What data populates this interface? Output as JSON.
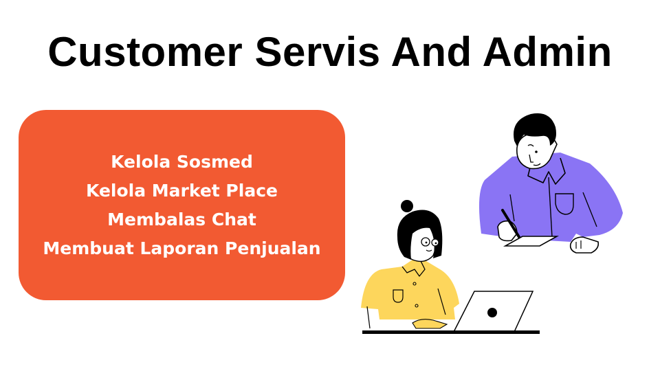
{
  "title": "Customer Servis And Admin",
  "card": {
    "background": "#F25A32",
    "items": [
      "Kelola Sosmed",
      "Kelola Market Place",
      "Membalas Chat",
      "Membuat Laporan Penjualan"
    ]
  },
  "illustration": {
    "icons": [
      "man-writing-illustration",
      "woman-laptop-illustration"
    ],
    "colors": {
      "man_shirt": "#8A74F4",
      "woman_shirt": "#FDD65C",
      "ink": "#000000"
    }
  }
}
